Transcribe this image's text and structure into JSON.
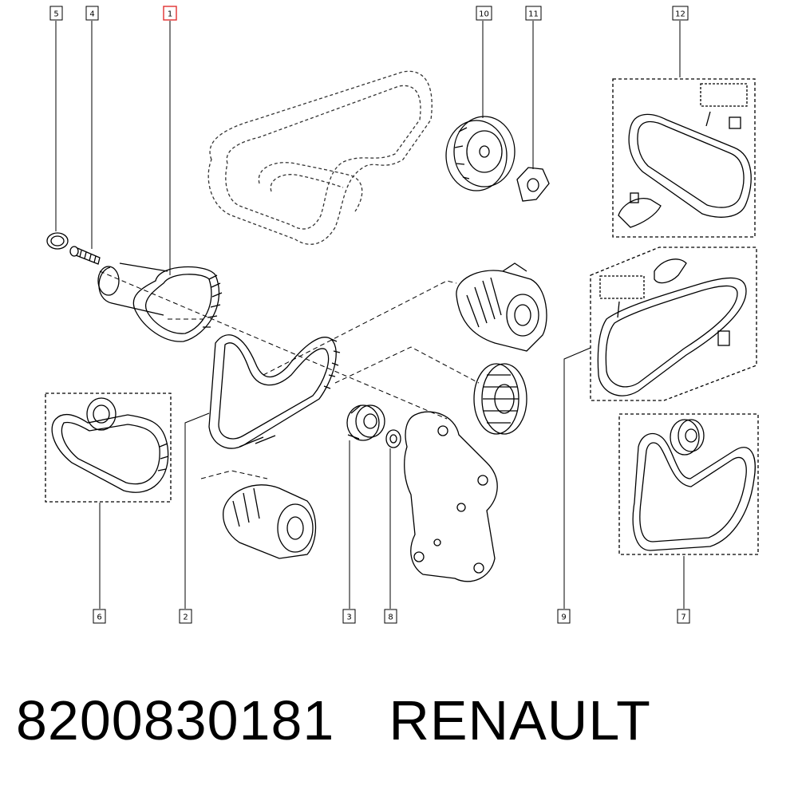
{
  "callouts": {
    "c1": "1",
    "c2": "2",
    "c3": "3",
    "c4": "4",
    "c5": "5",
    "c6": "6",
    "c7": "7",
    "c8": "8",
    "c9": "9",
    "c10": "10",
    "c11": "11",
    "c12": "12"
  },
  "selected_callout": "1",
  "caption": {
    "part_number": "8200830181",
    "brand": "RENAULT"
  },
  "colors": {
    "line": "#000000",
    "highlight": "#e03030"
  }
}
